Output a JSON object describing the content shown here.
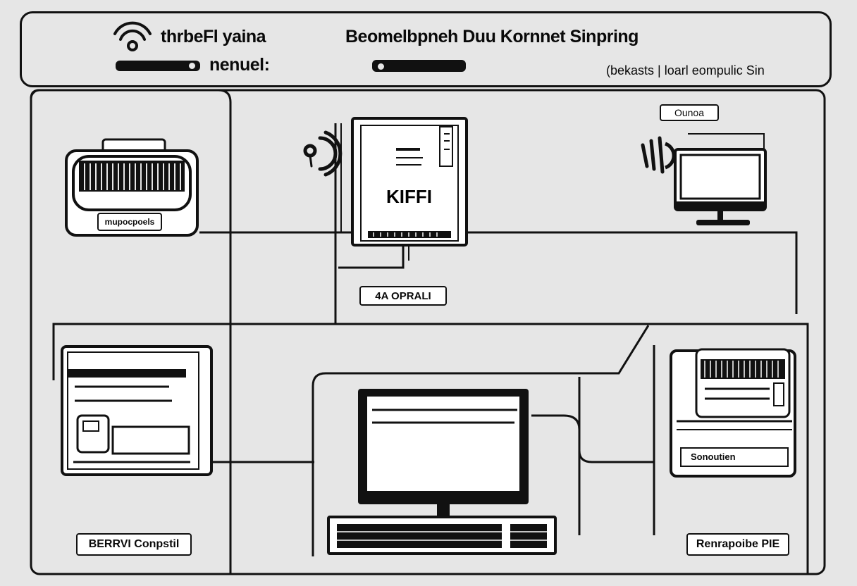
{
  "header": {
    "title_left": "thrbeFl yaina",
    "subtitle_left": "nenuel:",
    "title_center": "Beomelbpneh Duu Kornnet Sinpring",
    "caption_right": "(bekasts | loarl eompulic Sin"
  },
  "devices": {
    "printer_label": "mupocpoels",
    "router_brand": "KIFFI",
    "router_tag": "4A OPRALI",
    "monitor_top_label": "Ounoa",
    "left_pc_label": "BERRVI Conpstil",
    "server_unit_label": "Sonoutien",
    "server_label": "Renrapoibe PIE"
  },
  "icons": [
    "wifi-icon",
    "printer-icon",
    "wireless-signal-icon",
    "router-icon",
    "monitor-icon",
    "desktop-computer-icon",
    "keyboard-icon",
    "server-icon"
  ],
  "colors": {
    "line": "#111111",
    "background": "#e6e6e6",
    "fill": "#ffffff"
  }
}
